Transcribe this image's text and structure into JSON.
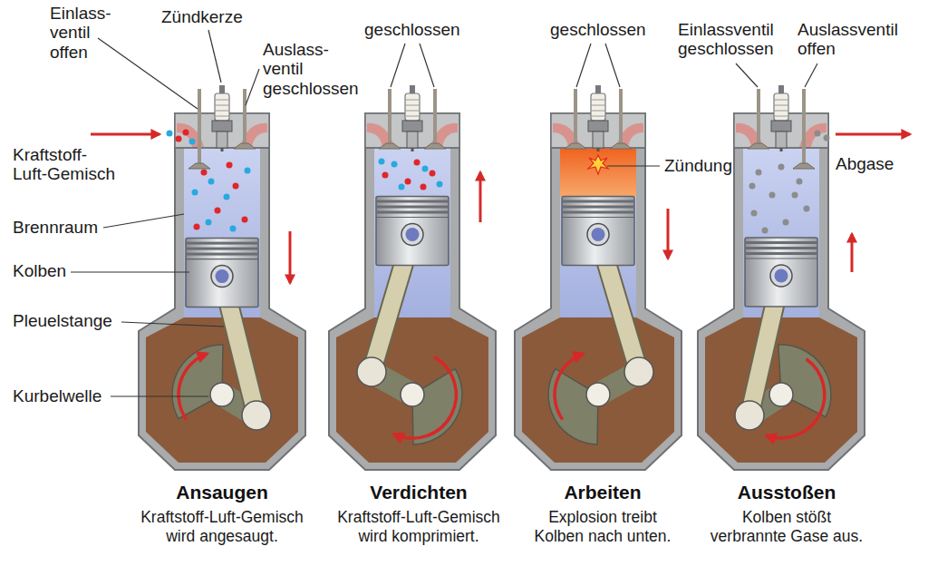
{
  "diagram": {
    "labels": [
      "Einlass- ventil offen",
      "Zündkerze",
      "Auslass- ventil geschlossen",
      "geschlossen",
      "geschlossen",
      "Einlassventil geschlossen",
      "Auslassventil offen",
      "Kraftstoff- Luft-Gemisch",
      "Zündung",
      "Abgase",
      "Brennraum",
      "Kolben",
      "Pleuelstange",
      "Kurbelwelle",
      "Ansaugen",
      "Kraftstoff-Luft-Gemisch wird angesaugt.",
      "Verdichten",
      "Kraftstoff-Luft-Gemisch wird komprimiert.",
      "Arbeiten",
      "Explosion treibt Kolben nach unten.",
      "Ausstoßen",
      "Kolben stößt verbrannte Gase aus."
    ]
  }
}
